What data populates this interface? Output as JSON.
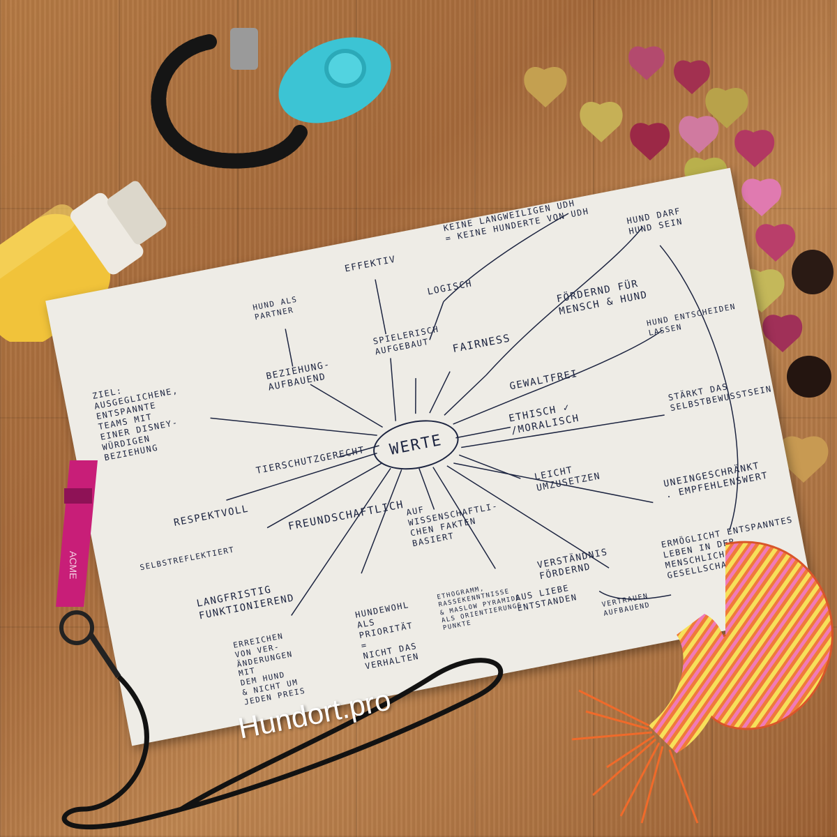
{
  "watermark": "Hundort.pro",
  "whistle_text": "ACME",
  "mindmap": {
    "center": "WERTE",
    "nodes": [
      {
        "id": "ziel",
        "text": "ZIEL:\nAUSGEGLICHENE,\nENTSPANNTE\nTEAMS MIT\nEINER DISNEY-\nWÜRDIGEN\nBEZIEHUNG"
      },
      {
        "id": "hund-partner",
        "text": "HUND ALS\nPARTNER"
      },
      {
        "id": "effektiv",
        "text": "EFFEKTIV"
      },
      {
        "id": "keine",
        "text": "KEINE LANGWEILIGEN UDH\n= KEINE HUNDERTE VON UDH"
      },
      {
        "id": "hund-darf",
        "text": "HUND DARF\nHUND SEIN"
      },
      {
        "id": "logisch",
        "text": "LOGISCH"
      },
      {
        "id": "beziehung",
        "text": "BEZIEHUNG-\nAUFBAUEND"
      },
      {
        "id": "spielerisch",
        "text": "SPIELERISCH\nAUFGEBAUT"
      },
      {
        "id": "fairness",
        "text": "FAIRNESS"
      },
      {
        "id": "foerdernd",
        "text": "FÖRDERND FÜR\nMENSCH & HUND"
      },
      {
        "id": "entscheiden",
        "text": "HUND ENTSCHEIDEN\nLASSEN"
      },
      {
        "id": "gewaltfrei",
        "text": "GEWALTFREI"
      },
      {
        "id": "ethisch",
        "text": "ETHISCH ✓\n/MORALISCH"
      },
      {
        "id": "selbstbewusst",
        "text": "STÄRKT DAS\nSELBSTBEWUßTSEIN"
      },
      {
        "id": "tierschutz",
        "text": "TIERSCHUTZGERECHT"
      },
      {
        "id": "respektvoll",
        "text": "RESPEKTVOLL"
      },
      {
        "id": "selbstreflektiert",
        "text": "SELBSTREFLEKTIERT"
      },
      {
        "id": "freundschaftlich",
        "text": "FREUNDSCHAFTLICH"
      },
      {
        "id": "wissenschaft",
        "text": "AUF\nWISSENSCHAFTLI-\nCHEN FAKTEN\nBASIERT"
      },
      {
        "id": "leicht",
        "text": "LEICHT\nUMZUSETZEN"
      },
      {
        "id": "uneingeschraenkt",
        "text": "UNEINGESCHRÄNKT\n. EMPFEHLENSWERT"
      },
      {
        "id": "langfristig",
        "text": "LANGFRISTIG\nFUNKTIONIEREND"
      },
      {
        "id": "verstaendnis",
        "text": "VERSTÄNDNIS\nFÖRDERND"
      },
      {
        "id": "ermoeglicht",
        "text": "ERMÖGLICHT ENTSPANNTES\nLEBEN IN DER MENSCHLICHEN\nGESELLSCHAFT"
      },
      {
        "id": "erreichen",
        "text": "ERREICHEN\nVON VER-\nÄNDERUNGEN\nMIT\nDEM HUND\n& NICHT UM\nJEDEN PREIS"
      },
      {
        "id": "hundewohl",
        "text": "HUNDEWOHL\nALS\nPRIORITÄT\n=\nNICHT DAS\nVERHALTEN"
      },
      {
        "id": "ethogramm",
        "text": "ETHOGRAMM,\nRASSEKENNTNISSE\n& MASLOW PYRAMIDE\nALS ORIENTIERUNGS-\nPUNKTE"
      },
      {
        "id": "aus-liebe",
        "text": "AUS LIEBE\nENTSTANDEN"
      },
      {
        "id": "vertrauen",
        "text": "VERTRAUEN\nAUFBAUEND"
      }
    ]
  }
}
